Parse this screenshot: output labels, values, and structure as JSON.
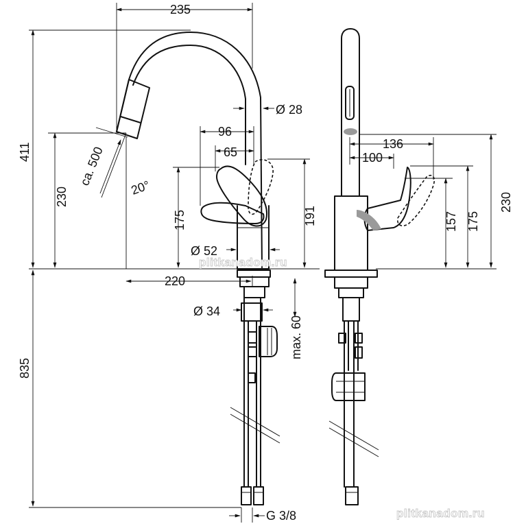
{
  "dimensions": {
    "d235": "235",
    "d411": "411",
    "d28": "Ø 28",
    "ca500": "ca. 500",
    "d230_left": "230",
    "d20deg": "20°",
    "d96": "96",
    "d65": "65",
    "d175_left": "175",
    "d191": "191",
    "d52": "Ø 52",
    "d220": "220",
    "d835": "835",
    "d34": "Ø 34",
    "max60": "max. 60",
    "g38": "G 3/8",
    "d136": "136",
    "d100": "100",
    "d157": "157",
    "d175_right": "175",
    "d230_right": "230"
  },
  "watermarks": {
    "center": "plitkanadom.ru",
    "bottom": "plitkanadom.ru"
  }
}
